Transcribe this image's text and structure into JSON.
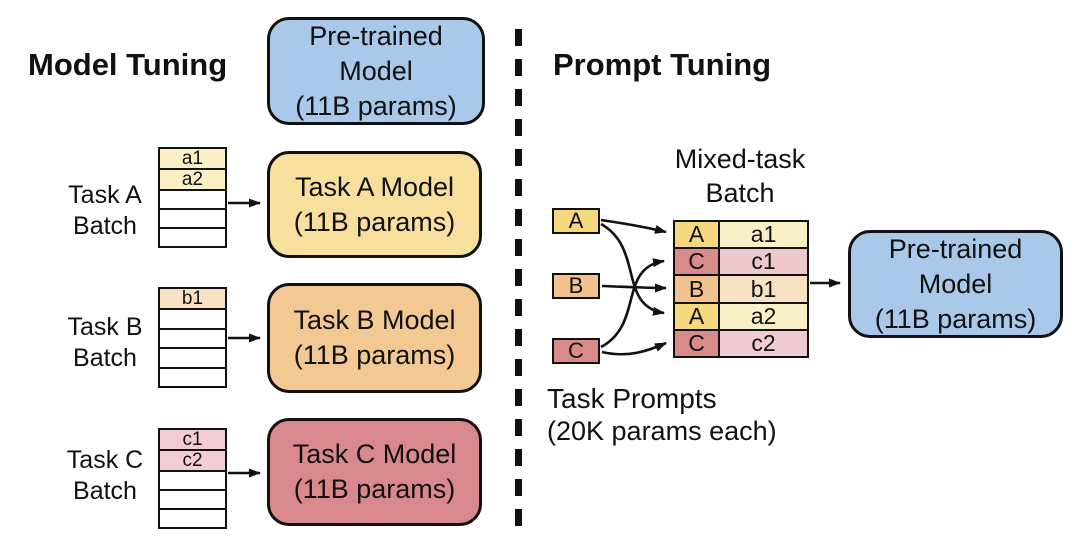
{
  "left": {
    "title": "Model Tuning",
    "pretrained": {
      "lines": [
        "Pre-trained",
        "Model",
        "(11B params)"
      ],
      "color": "#aac8e9"
    },
    "tasks": [
      {
        "label_line1": "Task A",
        "label_line2": "Batch",
        "rows": [
          "a1",
          "a2"
        ],
        "row_fill": "#faefc5",
        "model_line1": "Task A Model",
        "model_line2": "(11B params)",
        "model_color": "#f7df9e"
      },
      {
        "label_line1": "Task B",
        "label_line2": "Batch",
        "rows": [
          "b1"
        ],
        "row_fill": "#f8e2c3",
        "model_line1": "Task B Model",
        "model_line2": "(11B params)",
        "model_color": "#f3c993"
      },
      {
        "label_line1": "Task C",
        "label_line2": "Batch",
        "rows": [
          "c1",
          "c2"
        ],
        "row_fill": "#f2ced3",
        "model_line1": "Task C Model",
        "model_line2": "(11B params)",
        "model_color": "#d9898d"
      }
    ]
  },
  "right": {
    "title": "Prompt Tuning",
    "mixed_batch_label": {
      "line1": "Mixed-task",
      "line2": "Batch"
    },
    "prompts": [
      {
        "label": "A",
        "color": "#f6d87e"
      },
      {
        "label": "B",
        "color": "#f1c28e"
      },
      {
        "label": "C",
        "color": "#d98b8b"
      }
    ],
    "mixed_rows": [
      {
        "task": "A",
        "item": "a1",
        "task_color": "#f6d87e",
        "item_color": "#faf0c8"
      },
      {
        "task": "C",
        "item": "c1",
        "task_color": "#d98b8b",
        "item_color": "#edc8cd"
      },
      {
        "task": "B",
        "item": "b1",
        "task_color": "#f1c28e",
        "item_color": "#f8e2c4"
      },
      {
        "task": "A",
        "item": "a2",
        "task_color": "#f6d87e",
        "item_color": "#faf0c8"
      },
      {
        "task": "C",
        "item": "c2",
        "task_color": "#d98b8b",
        "item_color": "#f0cbd3"
      }
    ],
    "pretrained": {
      "lines": [
        "Pre-trained",
        "Model",
        "(11B params)"
      ],
      "color": "#aac8e9"
    },
    "footer_line1": "Task Prompts",
    "footer_line2": "(20K params each)"
  },
  "arrow_color": "#111111"
}
